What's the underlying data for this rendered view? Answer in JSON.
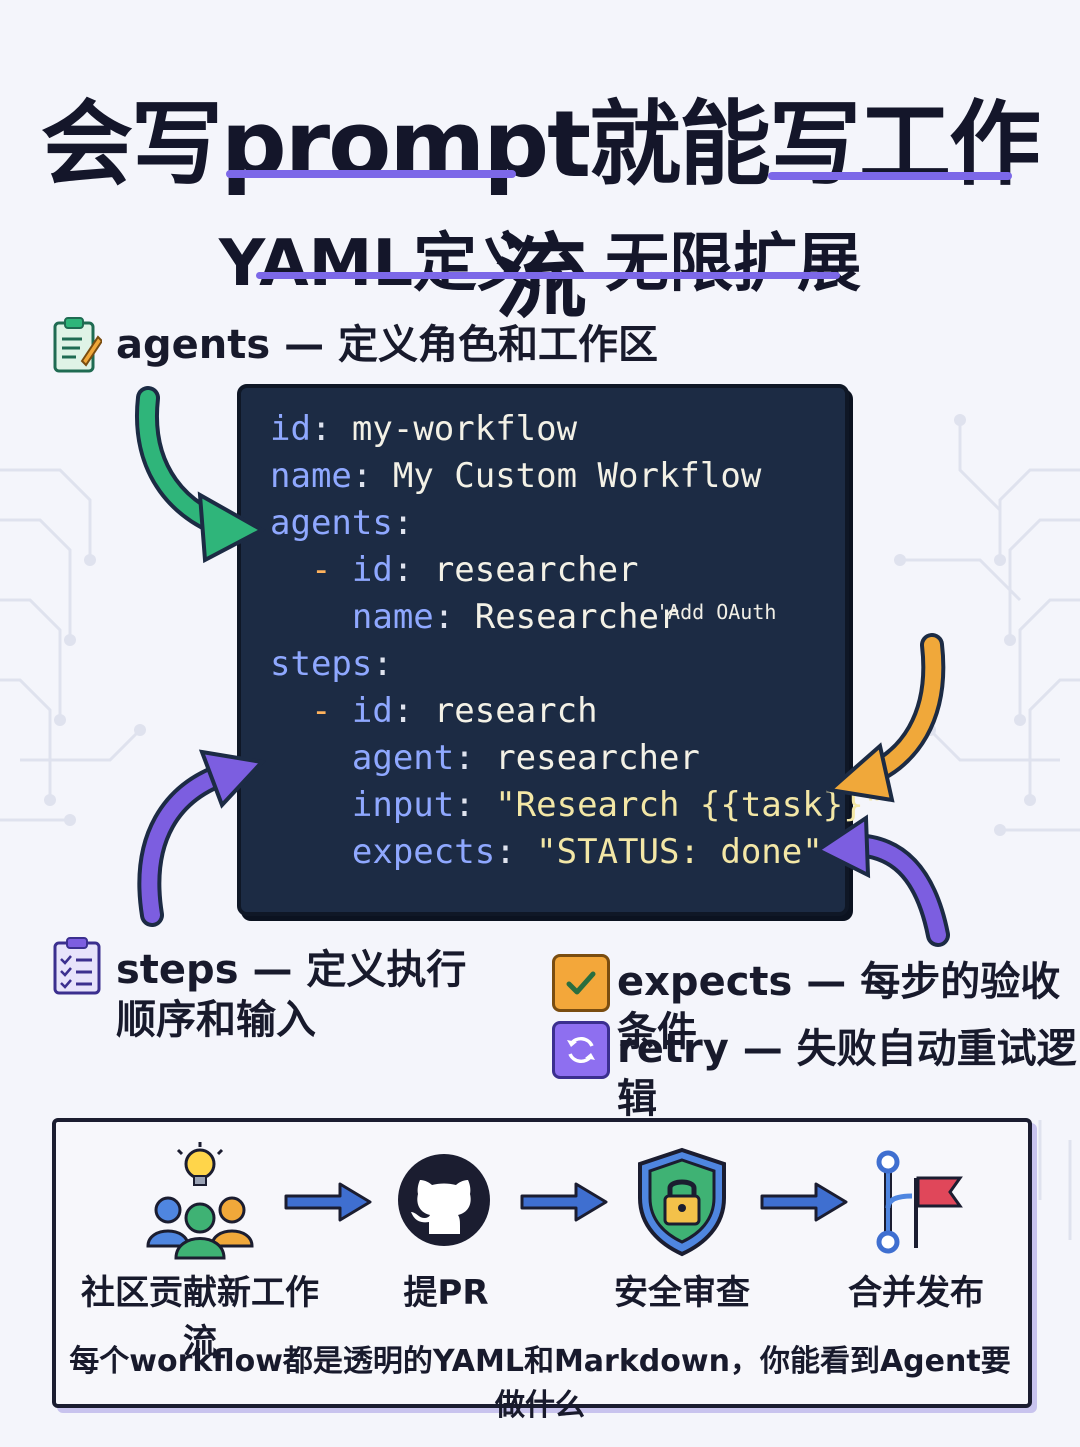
{
  "title": "会写prompt就能写工作流",
  "subtitle": "YAML定义，无限扩展",
  "labels": {
    "agents": {
      "key": "agents",
      "desc": "— 定义角色和工作区",
      "icon": "clipboard-pencil-icon"
    },
    "steps": {
      "key": "steps",
      "desc": "— 定义执行",
      "desc2": "顺序和输入",
      "icon": "checklist-icon"
    },
    "expects": {
      "key": "expects",
      "desc": "— 每步的验收条件",
      "icon": "check-icon"
    },
    "retry": {
      "key": "retry",
      "desc": "— 失败自动重试逻辑",
      "icon": "refresh-icon"
    }
  },
  "code": {
    "lines": [
      {
        "indent": "",
        "dash": "",
        "key": "id",
        "value": "my-workflow",
        "quoted": false
      },
      {
        "indent": "",
        "dash": "",
        "key": "name",
        "value": "My Custom Workflow",
        "quoted": false
      },
      {
        "indent": "",
        "dash": "",
        "key": "agents",
        "value": "",
        "quoted": false
      },
      {
        "indent": "  ",
        "dash": "- ",
        "key": "id",
        "value": "researcher",
        "quoted": false
      },
      {
        "indent": "    ",
        "dash": "",
        "key": "name",
        "value": "Researcher",
        "quoted": false
      },
      {
        "indent": "",
        "dash": "",
        "key": "steps",
        "value": "",
        "quoted": false
      },
      {
        "indent": "  ",
        "dash": "- ",
        "key": "id",
        "value": "research",
        "quoted": false
      },
      {
        "indent": "    ",
        "dash": "",
        "key": "agent",
        "value": "researcher",
        "quoted": false
      },
      {
        "indent": "    ",
        "dash": "",
        "key": "input",
        "value": "\"Research {{task}}\"",
        "quoted": true
      },
      {
        "indent": "    ",
        "dash": "",
        "key": "expects",
        "value": "\"STATUS: done\"",
        "quoted": true
      }
    ],
    "note": "'Add OAuth"
  },
  "flow": {
    "steps": [
      {
        "label": "社区贡献新工作流",
        "icon": "community-idea-icon"
      },
      {
        "label": "提PR",
        "icon": "github-icon"
      },
      {
        "label": "安全审查",
        "icon": "shield-lock-icon"
      },
      {
        "label": "合并发布",
        "icon": "merge-flag-icon"
      }
    ],
    "footer": "每个workflow都是透明的YAML和Markdown，你能看到Agent要做什么"
  },
  "colors": {
    "accent": "#7c68e8",
    "code_bg": "#1c2b44",
    "arrow_green": "#2fb57a",
    "arrow_orange": "#f0a83a",
    "arrow_purple": "#7c5ee0",
    "flow_arrow": "#3f6fd0"
  }
}
